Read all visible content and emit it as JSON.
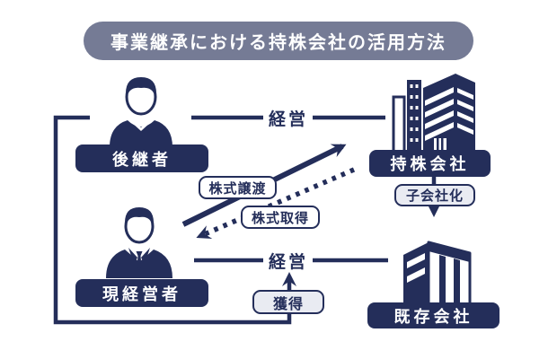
{
  "title": "事業継承における持株会社の活用方法",
  "colors": {
    "navy": "#242e5a",
    "title_bg": "#757b95",
    "light_label_bg": "#e9ebf2",
    "canvas_bg": "#ffffff"
  },
  "nodes": {
    "successor": {
      "label": "後継者",
      "icon": "young-man-person-icon"
    },
    "current_manager": {
      "label": "現経営者",
      "icon": "suit-businessman-person-icon"
    },
    "holding_company": {
      "label": "持株会社",
      "icon": "skyscraper-building-icon"
    },
    "existing_company": {
      "label": "既存会社",
      "icon": "office-building-icon"
    }
  },
  "edges": {
    "management_top": {
      "label": "経営",
      "from": "後継者",
      "to": "持株会社",
      "style": "solid-line"
    },
    "management_bottom": {
      "label": "経営",
      "from": "現経営者",
      "to": "既存会社",
      "style": "solid-line"
    },
    "stock_transfer": {
      "label": "株式譲渡",
      "from": "現経営者",
      "to": "持株会社",
      "style": "solid-arrow"
    },
    "stock_acquisition": {
      "label": "株式取得",
      "from": "持株会社",
      "to": "現経営者",
      "style": "dashed-arrow"
    },
    "subsidiarization": {
      "label": "子会社化",
      "from": "持株会社",
      "to": "既存会社",
      "style": "solid-arrow"
    },
    "acquisition": {
      "label": "獲得",
      "from": "後継者",
      "to": "経営",
      "style": "solid-arrow-loop"
    }
  }
}
